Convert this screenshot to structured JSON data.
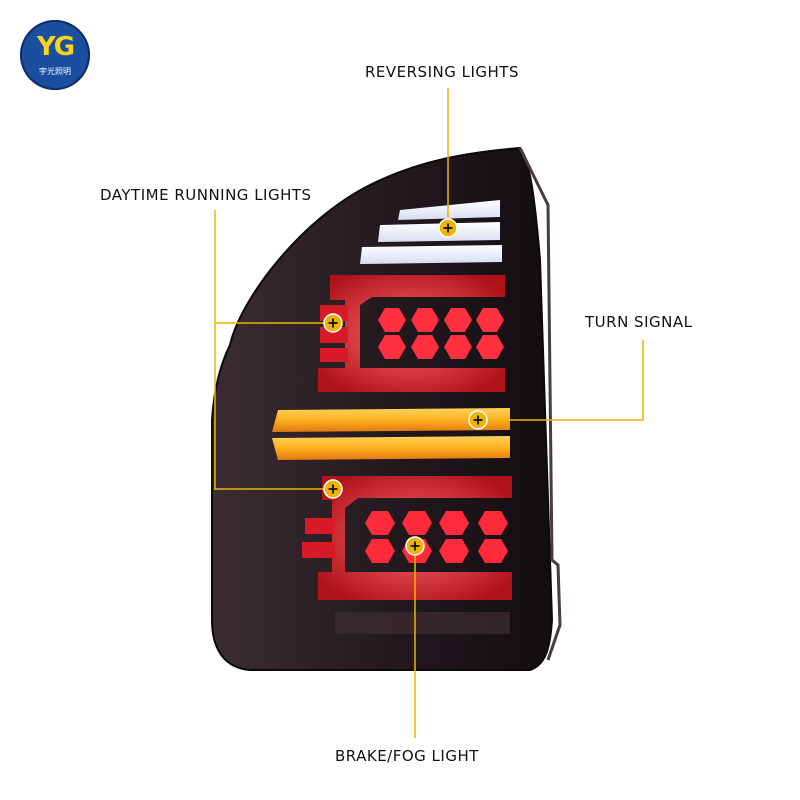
{
  "logo": {
    "mark": "YG",
    "subtitle": "宇光照明"
  },
  "callouts": {
    "reversing": "REVERSING LIGHTS",
    "drl": "DAYTIME RUNNING LIGHTS",
    "turn": "TURN SIGNAL",
    "brake": "BRAKE/FOG LIGHT"
  },
  "colors": {
    "callout_line": "#f0b400",
    "housing": "#2a1f26",
    "red_led": "#e0202c",
    "amber_led": "#ff9e1a",
    "white_led": "#f4f6ff",
    "logo_bg": "#1a4fa0",
    "logo_mark": "#ffd21a"
  }
}
